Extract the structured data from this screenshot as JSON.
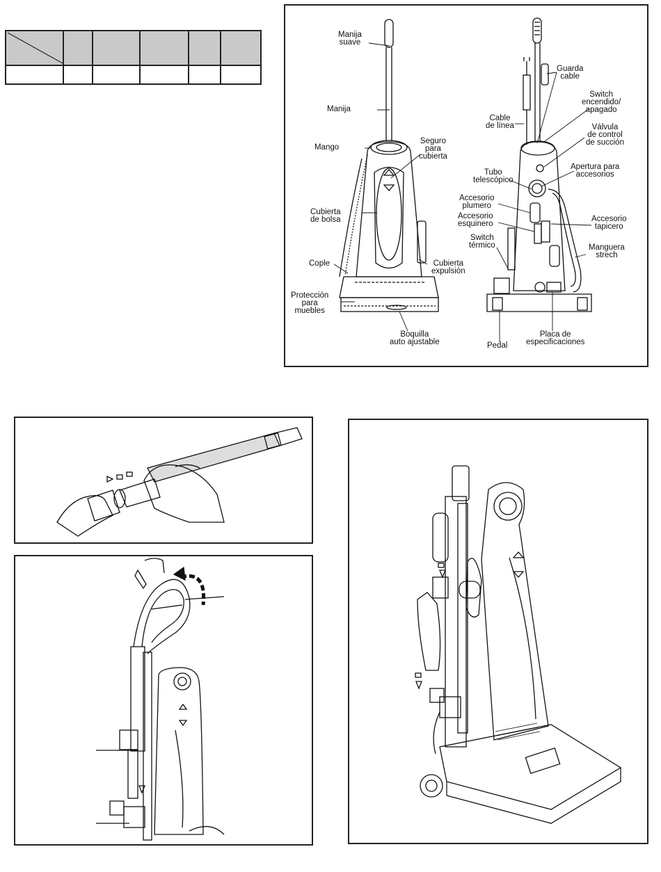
{
  "spec_table": {
    "header_cells": [
      "",
      "",
      "",
      "",
      "",
      ""
    ],
    "body_cells": [
      "",
      "",
      "",
      "",
      "",
      ""
    ]
  },
  "diagram_labels": {
    "manija_suave": [
      "Manija",
      "suave"
    ],
    "manija": [
      "Manija"
    ],
    "mango": [
      "Mango"
    ],
    "seguro_cubierta": [
      "Seguro",
      "para",
      "cubierta"
    ],
    "cubierta_bolsa": [
      "Cubierta",
      "de bolsa"
    ],
    "cople": [
      "Cople"
    ],
    "cubierta_expulsion": [
      "Cubierta",
      "expulsión"
    ],
    "proteccion_muebles": [
      "Protección",
      "para",
      "muebles"
    ],
    "boquilla": [
      "Boquilla",
      "auto ajustable"
    ],
    "guarda_cable": [
      "Guarda",
      "cable"
    ],
    "switch_encendido": [
      "Switch",
      "encendido/",
      "apagado"
    ],
    "cable_linea": [
      "Cable",
      "de línea"
    ],
    "valvula": [
      "Válvula",
      "de control",
      "de succión"
    ],
    "tubo_telescopico": [
      "Tubo",
      "telescópico"
    ],
    "apertura_accesorios": [
      "Apertura para",
      "accesorios"
    ],
    "accesorio_plumero": [
      "Accesorio",
      "plumero"
    ],
    "accesorio_esquinero": [
      "Accesorio",
      "esquinero"
    ],
    "accesorio_tapicero": [
      "Accesorio",
      "tapicero"
    ],
    "switch_termico": [
      "Switch",
      "térmico"
    ],
    "manguera_strech": [
      "Manguera",
      "strech"
    ],
    "pedal": [
      "Pedal"
    ],
    "placa": [
      "Placa de",
      "especificaciones"
    ]
  },
  "colors": {
    "frame": "#222222",
    "table_header": "#c9c9c9",
    "line": "#111111"
  }
}
